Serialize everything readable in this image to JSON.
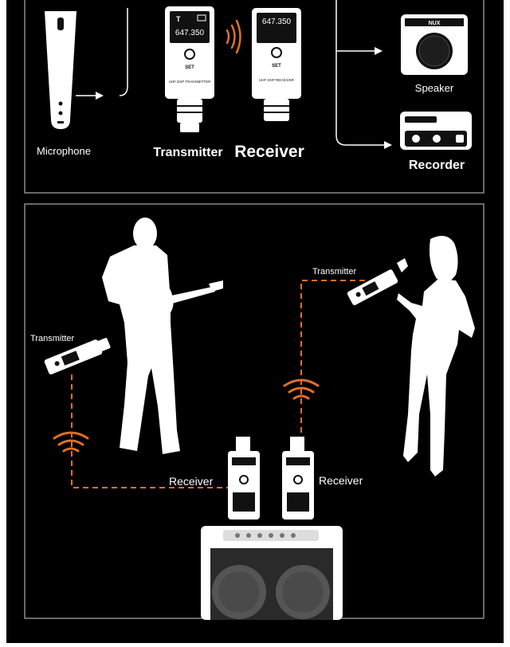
{
  "top_panel": {
    "microphone_label": "Microphone",
    "transmitter_label": "Transmitter",
    "receiver_label": "Receiver",
    "speaker_label": "Speaker",
    "recorder_label": "Recorder",
    "tx_display_freq": "647.350",
    "tx_display_letter": "T",
    "rx_display_freq": "647.350",
    "set_label": "SET",
    "tx_model_text": "UHF DSP TRANSMITTER",
    "rx_model_text": "UHF DSP RECEIVER",
    "speaker_brand": "NUX"
  },
  "bottom_panel": {
    "guitar_transmitter_label": "Transmitter",
    "vocal_transmitter_label": "Transmitter",
    "guitar_receiver_label": "Receiver",
    "vocal_receiver_label": "Receiver"
  },
  "colors": {
    "background": "#000000",
    "line": "#ffffff",
    "accent": "#e0702a",
    "panel_border": "#8a8a8a"
  }
}
